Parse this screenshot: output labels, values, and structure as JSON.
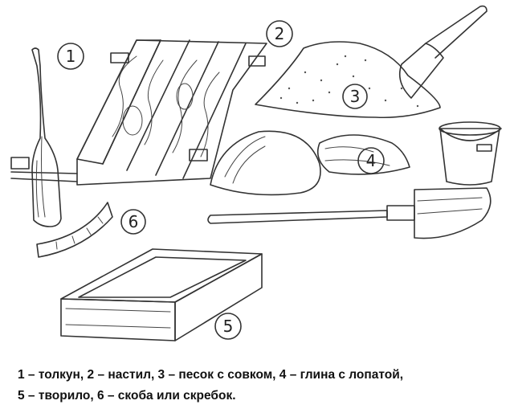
{
  "labels": {
    "tolkun": "1",
    "nastil": "2",
    "pesok": "3",
    "glina": "4",
    "tvorilo": "5",
    "skoba": "6"
  },
  "caption": {
    "line1": "1 – толкун, 2 – настил, 3 – песок с совком, 4 – глина с лопатой,",
    "line2": "5 – творило, 6 – скоба или скребок."
  }
}
